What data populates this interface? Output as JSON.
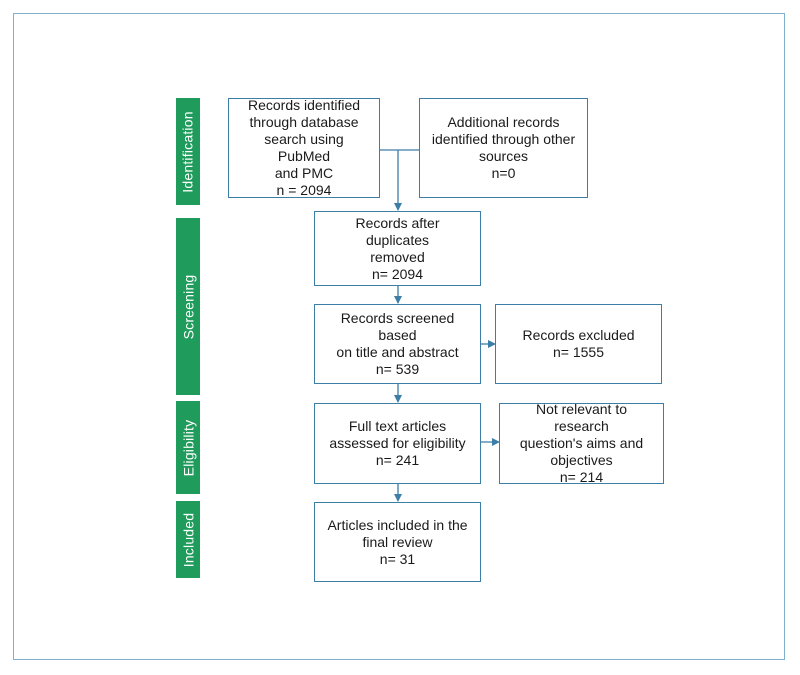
{
  "stages": {
    "identification": "Identification",
    "screening": "Screening",
    "eligibility": "Eligibility",
    "included": "Included"
  },
  "boxes": {
    "database_records": {
      "lines": [
        "Records identified",
        "through database",
        "search using PubMed",
        "and PMC"
      ],
      "count": "n = 2094"
    },
    "other_records": {
      "lines": [
        "Additional records",
        "identified through other",
        "sources"
      ],
      "count": "n=0"
    },
    "after_duplicates": {
      "lines": [
        "Records after duplicates",
        "removed"
      ],
      "count": "n= 2094"
    },
    "screened": {
      "lines": [
        "Records screened based",
        "on title and abstract"
      ],
      "count": "n= 539"
    },
    "excluded": {
      "lines": [
        "Records excluded"
      ],
      "count": "n= 1555"
    },
    "full_text": {
      "lines": [
        "Full text articles",
        "assessed for eligibility"
      ],
      "count": "n= 241"
    },
    "not_relevant": {
      "lines": [
        "Not relevant to research",
        "question's aims and",
        "objectives"
      ],
      "count": "n= 214"
    },
    "included_final": {
      "lines": [
        "Articles included in the",
        "final review"
      ],
      "count": "n= 31"
    }
  },
  "colors": {
    "stage_bg": "#1f9c5b",
    "box_border": "#3d7ea6",
    "arrow": "#3d7ea6",
    "frame": "#7fb0cc"
  }
}
